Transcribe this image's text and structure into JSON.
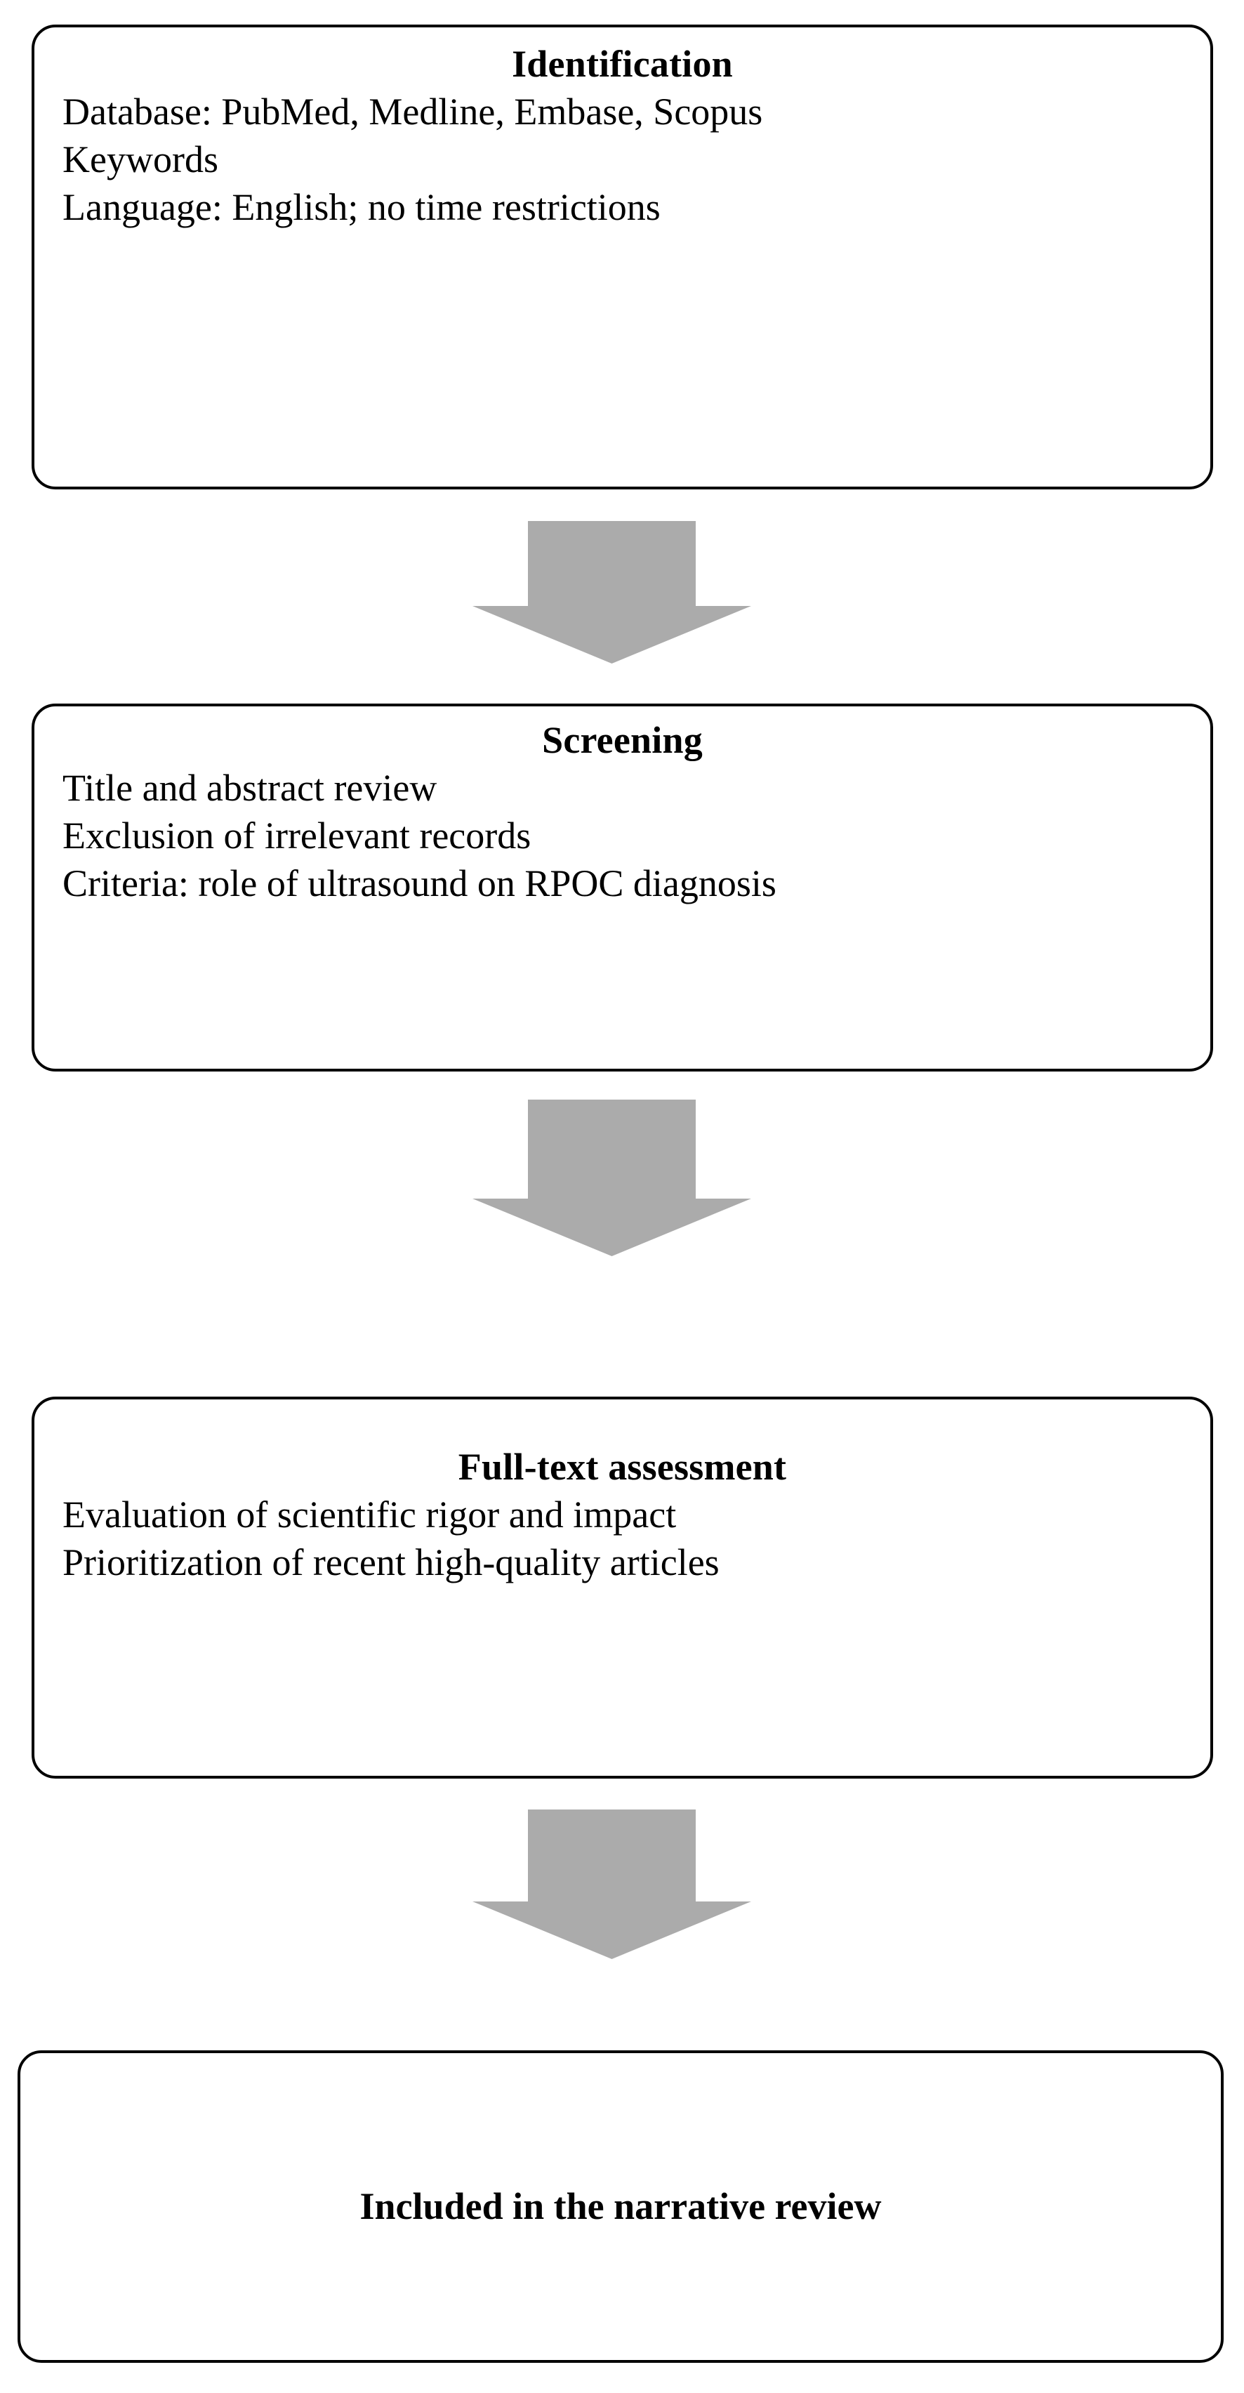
{
  "diagram": {
    "type": "flowchart",
    "orientation": "vertical",
    "arrow_color": "#ababab",
    "box_border_color": "#000000",
    "box_fill_color": "#ffffff",
    "text_color": "#000000"
  },
  "nodes": [
    {
      "id": "identification",
      "title": "Identification",
      "lines": [
        "Database: PubMed, Medline, Embase, Scopus",
        "Keywords",
        "Language: English; no time restrictions"
      ]
    },
    {
      "id": "screening",
      "title": "Screening",
      "lines": [
        "Title and abstract review",
        "Exclusion of irrelevant records",
        "Criteria: role of ultrasound on RPOC diagnosis"
      ]
    },
    {
      "id": "fulltext",
      "title": "Full-text assessment",
      "lines": [
        "Evaluation of scientific rigor and impact",
        "Prioritization of  recent high-quality articles"
      ]
    },
    {
      "id": "included",
      "title": "Included in the narrative review",
      "lines": []
    }
  ],
  "connectors": [
    {
      "id": "arrow-1",
      "from": "identification",
      "to": "screening",
      "glyph": "down-arrow"
    },
    {
      "id": "arrow-2",
      "from": "screening",
      "to": "fulltext",
      "glyph": "down-arrow"
    },
    {
      "id": "arrow-3",
      "from": "fulltext",
      "to": "included",
      "glyph": "down-arrow"
    }
  ]
}
